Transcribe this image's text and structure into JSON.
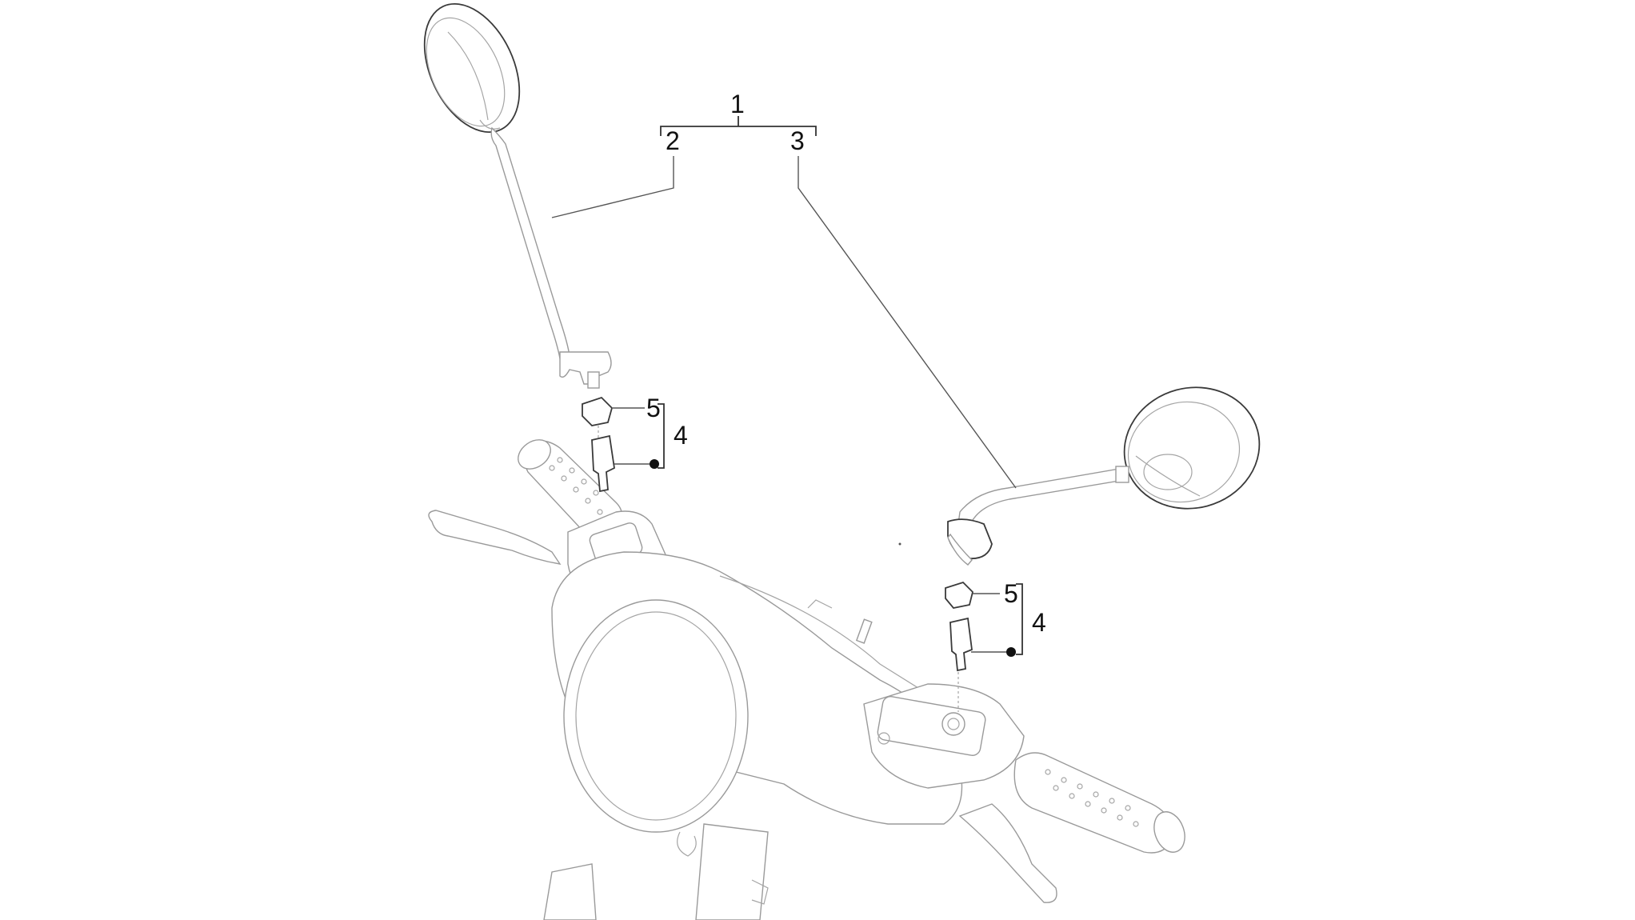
{
  "diagram": {
    "callouts": {
      "c1": "1",
      "c2": "2",
      "c3": "3",
      "c4_left": "4",
      "c5_left": "5",
      "c4_right": "4",
      "c5_right": "5"
    },
    "colors": {
      "line_art": "#9a9a9a",
      "dark_outline": "#3a3a3a",
      "leader": "#555555",
      "background": "#ffffff"
    }
  }
}
